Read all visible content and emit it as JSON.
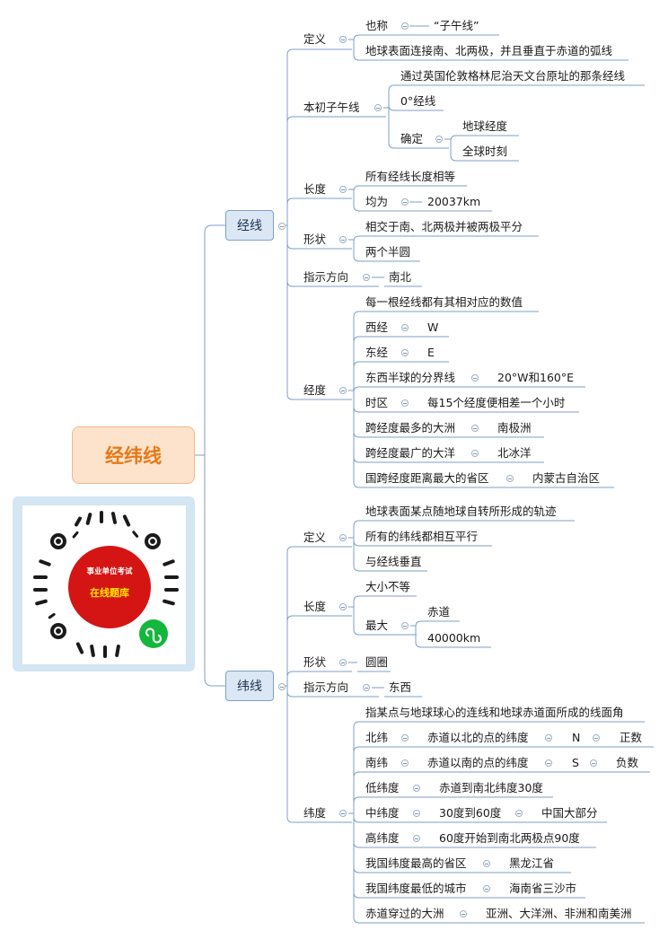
{
  "root": "经纬线",
  "qr": {
    "line1": "事业单位考试",
    "line2": "在线题库"
  },
  "branches": {
    "jingxian": "经线",
    "weixian": "纬线"
  },
  "jing": {
    "dingyi": "定义",
    "yecheng": "也称",
    "ziwuxian": "“子午线”",
    "dingyi_desc": "地球表面连接南、北两极，并且垂直于赤道的弧线",
    "benchu": "本初子午线",
    "benchu_desc": "通过英国伦敦格林尼治天文台原址的那条经线",
    "zero": "0°经线",
    "queding": "确定",
    "diqiu_jingdu": "地球经度",
    "quanqiu_shike": "全球时刻",
    "changdu": "长度",
    "changdu_desc": "所有经线长度相等",
    "junwei": "均为",
    "km": "20037km",
    "xingzhuang": "形状",
    "xz_desc": "相交于南、北两极并被两极平分",
    "liangge": "两个半圆",
    "zhishi": "指示方向",
    "nanbei": "南北",
    "jingdu": "经度",
    "jd_desc": "每一根经线都有其相对应的数值",
    "xijing": "西经",
    "W": "W",
    "dongjing": "东经",
    "E": "E",
    "fenjie": "东西半球的分界线",
    "fenjie_val": "20°W和160°E",
    "shiqu": "时区",
    "shiqu_val": "每15个经度便相差一个小时",
    "zhou": "跨经度最多的大洲",
    "nanjizhou": "南极洲",
    "yang": "跨经度最广的大洋",
    "beibingyang": "北冰洋",
    "shengqu": "国跨经度距离最大的省区",
    "neimenggu": "内蒙古自治区"
  },
  "wei": {
    "dingyi": "定义",
    "d1": "地球表面某点随地球自转所形成的轨迹",
    "d2": "所有的纬线都相互平行",
    "d3": "与经线垂直",
    "changdu": "长度",
    "daxiao": "大小不等",
    "zuida": "最大",
    "chidao": "赤道",
    "km": "40000km",
    "xingzhuang": "形状",
    "yuanquan": "圆圈",
    "zhishi": "指示方向",
    "dongxi": "东西",
    "weidu": "纬度",
    "wd_desc": "指某点与地球球心的连线和地球赤道面所成的线面角",
    "beiwei": "北纬",
    "beiwei_desc": "赤道以北的点的纬度",
    "N": "N",
    "zhengshu": "正数",
    "nanwei": "南纬",
    "nanwei_desc": "赤道以南的点的纬度",
    "S": "S",
    "fushu": "负数",
    "diwei": "低纬度",
    "diwei_desc": "赤道到南北纬度30度",
    "zhongwei": "中纬度",
    "zhongwei_desc": "30度到60度",
    "zhongguo": "中国大部分",
    "gaowei": "高纬度",
    "gaowei_desc": "60度开始到南北两极点90度",
    "zuigao_sheng": "我国纬度最高的省区",
    "heilongjiang": "黑龙江省",
    "zuidi_city": "我国纬度最低的城市",
    "sansha": "海南省三沙市",
    "chuanguo": "赤道穿过的大洲",
    "dazhou": "亚洲、大洋洲、非洲和南美洲"
  }
}
